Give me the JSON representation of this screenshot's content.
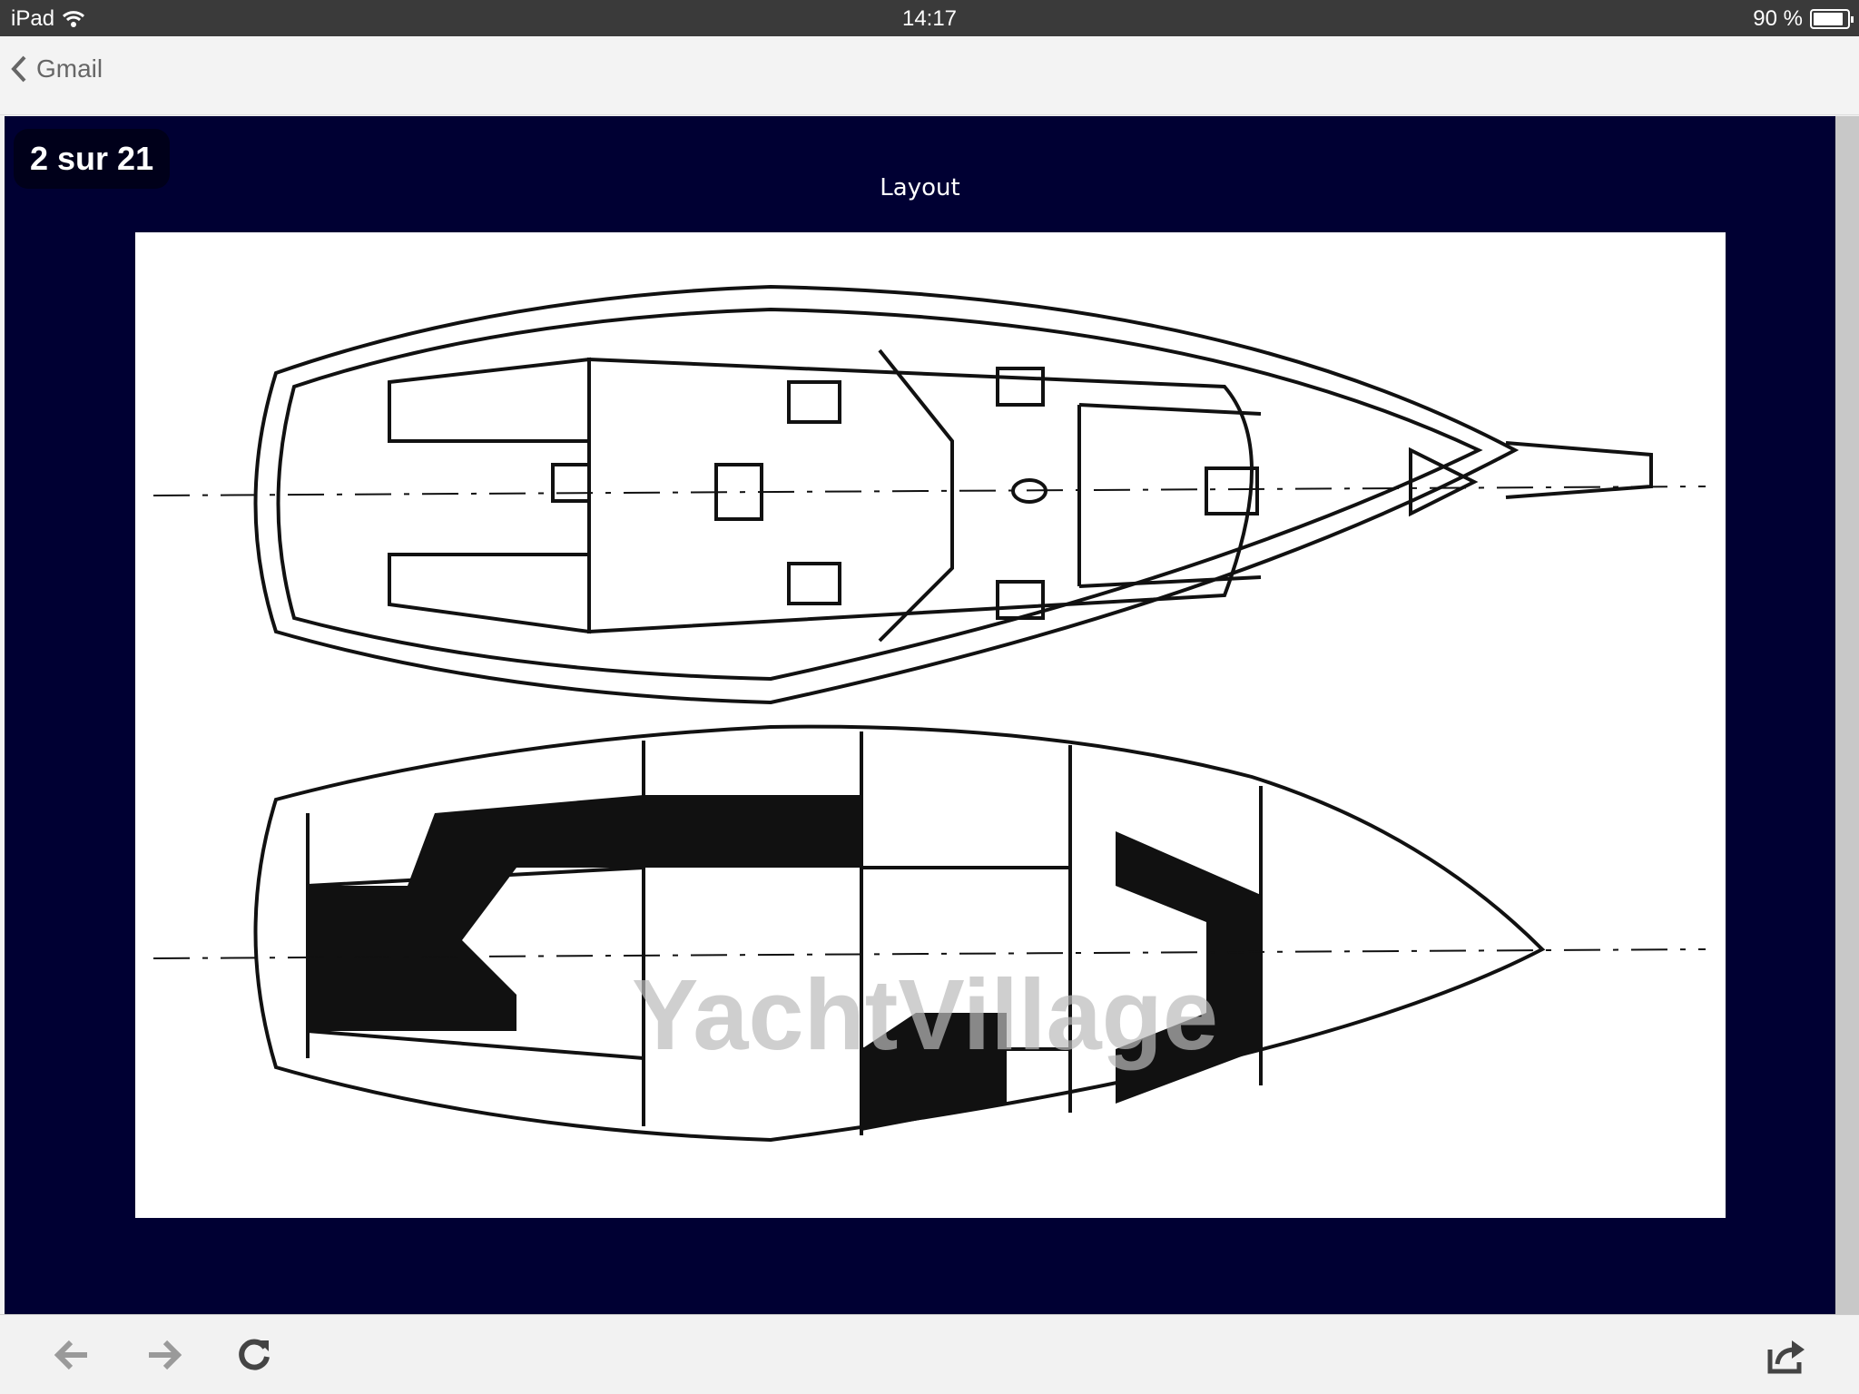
{
  "status_bar": {
    "device": "iPad",
    "time": "14:17",
    "battery": "90 %",
    "battery_level": 0.9
  },
  "nav": {
    "back_label": "Gmail"
  },
  "viewer": {
    "counter": "2 sur 21",
    "caption": "Layout",
    "watermark": "YachtVillage"
  },
  "toolbar": {
    "icons": [
      "back-arrow-icon",
      "forward-arrow-icon",
      "reload-icon",
      "share-icon"
    ]
  }
}
